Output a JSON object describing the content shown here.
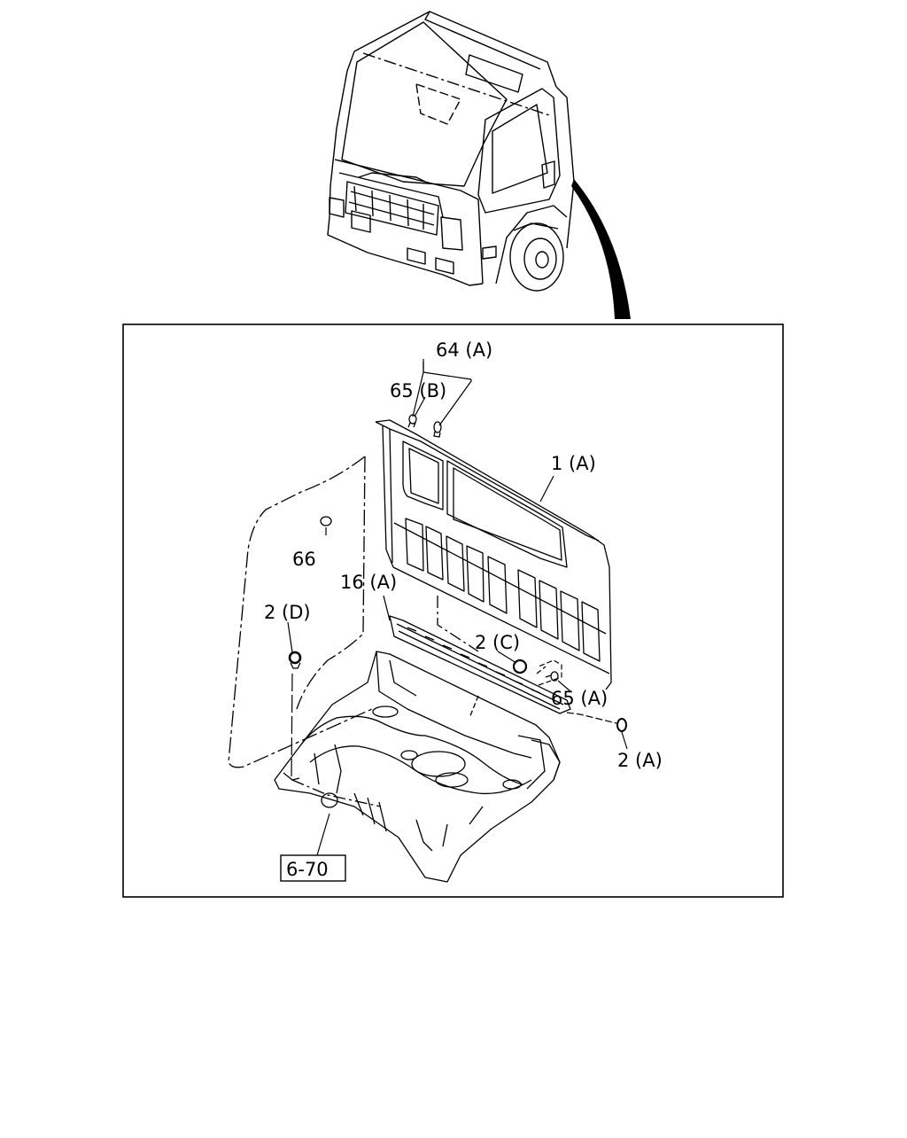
{
  "labels": {
    "p64a": "64 (A)",
    "p65b": "65 (B)",
    "p1a": "1 (A)",
    "p66": "66",
    "p16a": "16 (A)",
    "p2d": "2 (D)",
    "p2c": "2 (C)",
    "p65a": "65 (A)",
    "p2a": "2 (A)",
    "ref": "6-70"
  }
}
